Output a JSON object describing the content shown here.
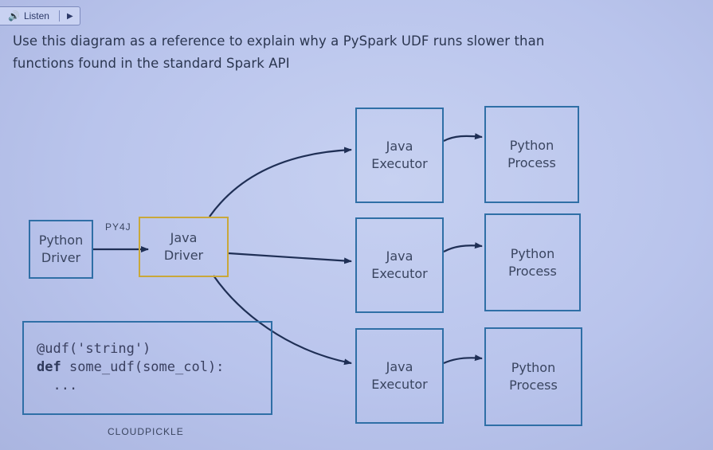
{
  "listen_bar": {
    "label": "Listen",
    "speaker_icon": "🔊",
    "play_icon": "▶"
  },
  "question": {
    "line1": "Use this diagram as a reference to explain why a PySpark UDF runs slower than",
    "line2": "functions found in the standard Spark API"
  },
  "diagram": {
    "python_driver": "Python\nDriver",
    "java_driver": "Java\nDriver",
    "py4j_label": "PY4J",
    "executors": [
      "Java\nExecutor",
      "Java\nExecutor",
      "Java\nExecutor"
    ],
    "python_processes": [
      "Python\nProcess",
      "Python\nProcess",
      "Python\nProcess"
    ],
    "code": {
      "line1": "@udf('string')",
      "line2_kw": "def",
      "line2_rest": " some_udf(some_col):",
      "line3": "  ..."
    },
    "cloudpickle_label": "CLOUDPICKLE",
    "colors": {
      "box_border": "#2f6fa6",
      "java_driver_border": "#c9a83a",
      "arrow": "#1f2f55"
    }
  }
}
